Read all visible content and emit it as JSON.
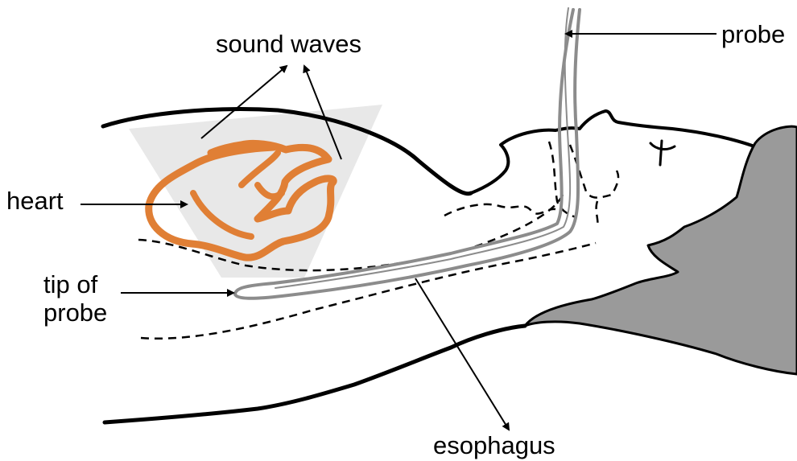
{
  "labels": {
    "sound_waves": "sound waves",
    "probe": "probe",
    "heart": "heart",
    "tip_of_probe_line1": "tip of",
    "tip_of_probe_line2": "probe",
    "esophagus": "esophagus"
  },
  "colors": {
    "heart": "#E07F35",
    "hair": "#9A9A9A",
    "sound_cone": "#E8E8E8",
    "probe_tube": "#8C8C8C",
    "outline": "#000000"
  }
}
